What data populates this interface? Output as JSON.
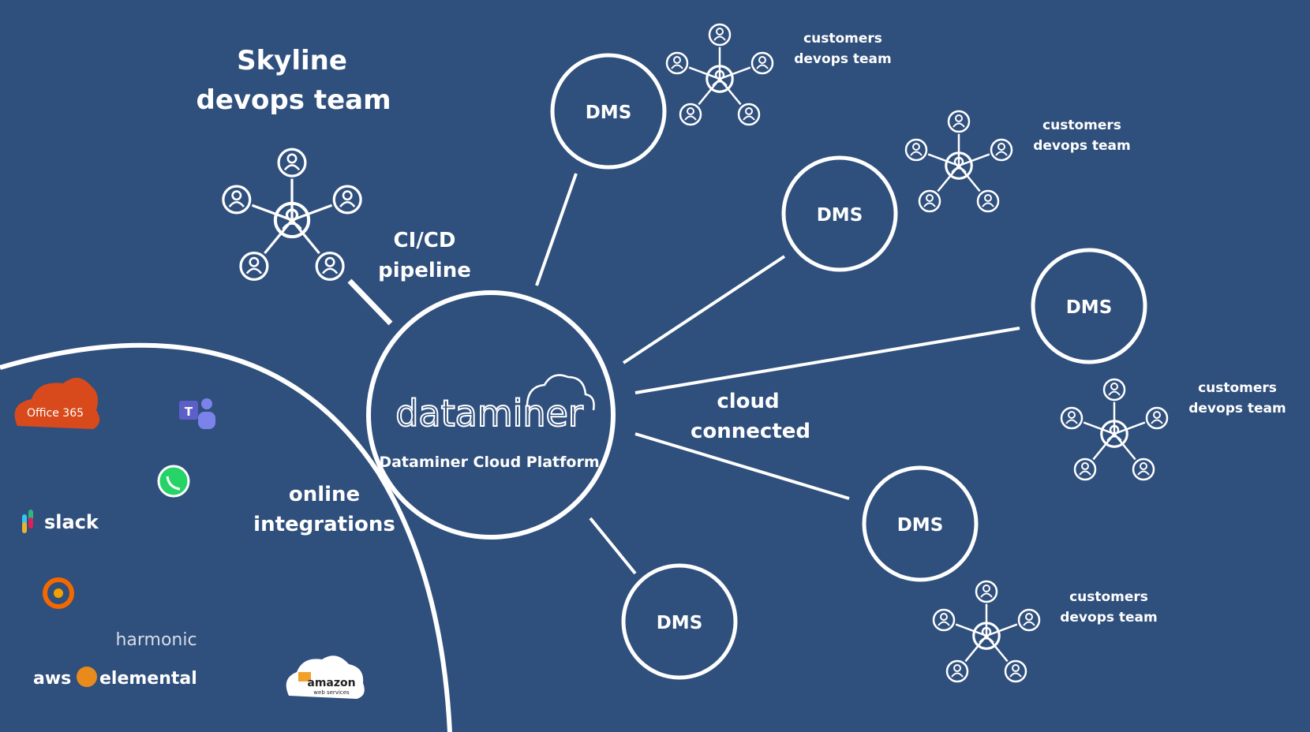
{
  "skyline_team": {
    "line1": "Skyline",
    "line2": "devops team"
  },
  "cicd": {
    "line1": "CI/CD",
    "line2": "pipeline"
  },
  "hub": {
    "logo": "dataminer",
    "subtitle": "Dataminer Cloud Platform"
  },
  "cloud_connected": {
    "line1": "cloud",
    "line2": "connected"
  },
  "online_integrations": {
    "line1": "online",
    "line2": "integrations"
  },
  "dms_nodes": [
    {
      "label": "DMS"
    },
    {
      "label": "DMS"
    },
    {
      "label": "DMS"
    },
    {
      "label": "DMS"
    },
    {
      "label": "DMS"
    }
  ],
  "customer_teams": [
    {
      "line1": "customers",
      "line2": "devops team"
    },
    {
      "line1": "customers",
      "line2": "devops team"
    },
    {
      "line1": "customers",
      "line2": "devops team"
    },
    {
      "line1": "customers",
      "line2": "devops team"
    }
  ],
  "integrations": {
    "office365": "Office 365",
    "teams": "T",
    "slack": "slack",
    "harmonic": "harmonic",
    "aws_prefix": "aws",
    "aws_elemental": "elemental",
    "amazon": "amazon",
    "amazon_sub": "web services"
  },
  "colors": {
    "background": "#2f4f7c",
    "foreground": "#ffffff",
    "office_orange": "#d84a1b",
    "teams_purple": "#5b5fc7",
    "whatsapp_green": "#25d366",
    "grafana_orange": "#f46800",
    "aws_orange": "#e88b1c"
  },
  "icons": [
    "team-network-icon",
    "person-icon",
    "cloud-icon",
    "whatsapp-icon",
    "grafana-icon"
  ]
}
